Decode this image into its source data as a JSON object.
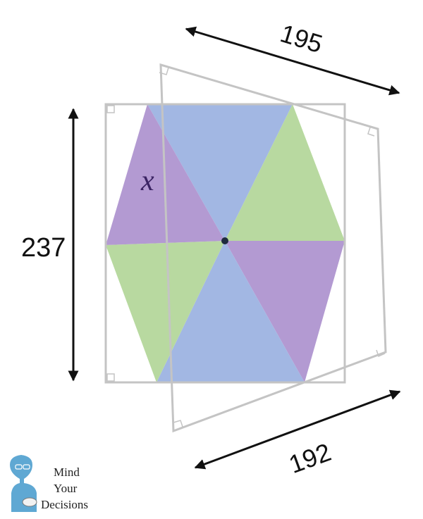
{
  "figure": {
    "dimensions": {
      "rect_height": "237",
      "tilted_top_side": "195",
      "tilted_bottom_side": "192"
    },
    "variable": "x"
  },
  "logo": {
    "line1": "Mind",
    "line2": "Your",
    "line3": "Decisions"
  },
  "colors": {
    "blue": "#a2b7e3",
    "green": "#b8d9a0",
    "purple": "#b39ad2",
    "frame_gray": "#c4c4c4",
    "arrow": "#111111"
  }
}
